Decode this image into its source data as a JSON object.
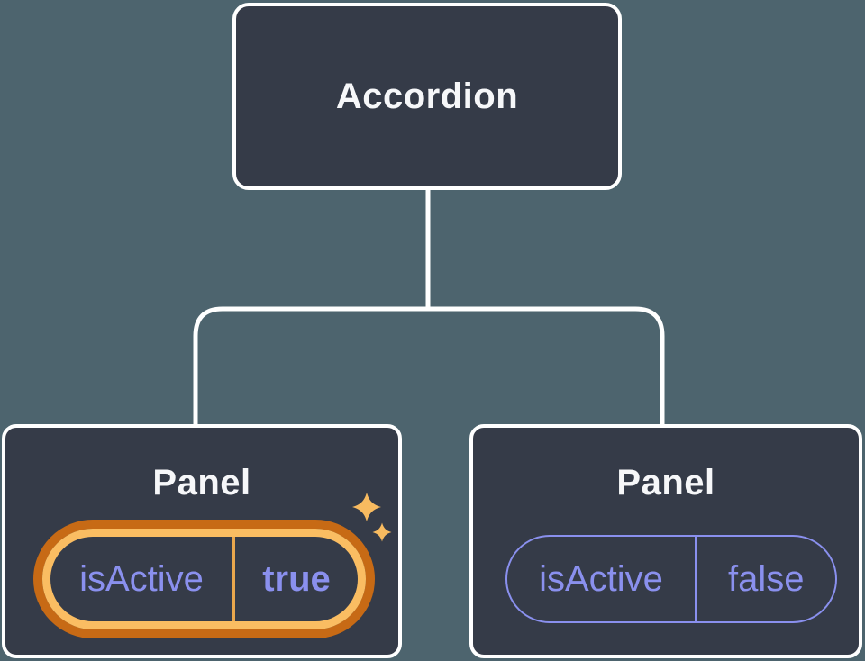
{
  "diagram": {
    "root": {
      "label": "Accordion"
    },
    "panels": [
      {
        "label": "Panel",
        "state": {
          "key": "isActive",
          "value": "true"
        },
        "highlighted": true
      },
      {
        "label": "Panel",
        "state": {
          "key": "isActive",
          "value": "false"
        },
        "highlighted": false
      }
    ]
  },
  "icons": {
    "sparkle": "✦"
  },
  "colors": {
    "canvas_bg": "#4D646E",
    "node_fill": "#353B48",
    "node_border": "#FFFFFF",
    "node_text": "#F6F7F9",
    "state_text": "#8A90EE",
    "pill_outline": "#8A90EE",
    "hl_outer": "#C76A15",
    "hl_inner": "#FABD62",
    "divider_gold": "#E9A74D",
    "connector": "#FFFFFF",
    "sparkle": "#F8BB60"
  }
}
